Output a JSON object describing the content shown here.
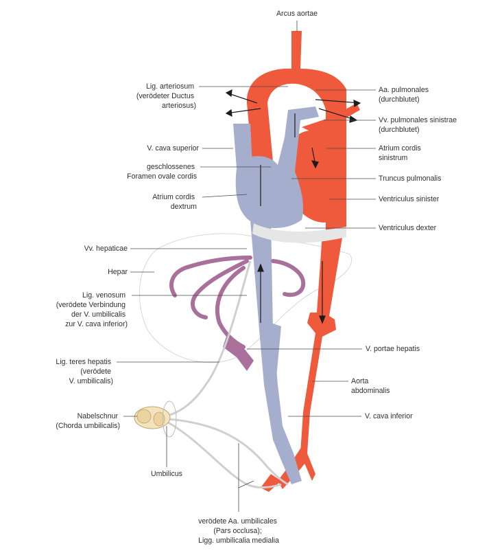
{
  "diagram": {
    "labels": {
      "arcus_aortae": "Arcus aortae",
      "lig_arteriosum": [
        "Lig. arteriosum",
        "(verödeter Ductus",
        "arteriosus)"
      ],
      "aa_pulmonales": [
        "Aa. pulmonales",
        "(durchblutet)"
      ],
      "vv_pulmonales": [
        "Vv. pulmonales sinistrae",
        "(durchblutet)"
      ],
      "v_cava_superior": "V. cava superior",
      "atrium_sinistrum": [
        "Atrium cordis",
        "sinistrum"
      ],
      "foramen_ovale": [
        "geschlossenes",
        "Foramen ovale cordis"
      ],
      "truncus_pulmonalis": "Truncus pulmonalis",
      "atrium_dextrum": [
        "Atrium cordis",
        "dextrum"
      ],
      "ventriculus_sinister": "Ventriculus sinister",
      "ventriculus_dexter": "Ventriculus dexter",
      "vv_hepaticae": "Vv. hepaticae",
      "hepar": "Hepar",
      "lig_venosum": [
        "Lig. venosum",
        "(verödete Verbindung",
        "der V. umbilicalis",
        "zur V. cava inferior)"
      ],
      "v_portae": "V. portae hepatis",
      "lig_teres": [
        "Lig. teres hepatis",
        "(verödete",
        "V. umbilicalis)"
      ],
      "aorta_abdominalis": [
        "Aorta",
        "abdominalis"
      ],
      "nabelschnur": [
        "Nabelschnur",
        "(Chorda umbilicalis)"
      ],
      "v_cava_inferior": "V. cava inferior",
      "umbilicus": "Umbilicus",
      "aa_umbilicales": [
        "verödete Aa. umbilicales",
        "(Pars occlusa);",
        "Ligg. umbilicalia medialia"
      ]
    },
    "colors": {
      "artery": "#f05a3c",
      "vein": "#a6aece",
      "portal": "#a8709b",
      "outline": "#cfcfcf",
      "leader": "#4a4a4a",
      "text": "#2f2f2f"
    }
  }
}
